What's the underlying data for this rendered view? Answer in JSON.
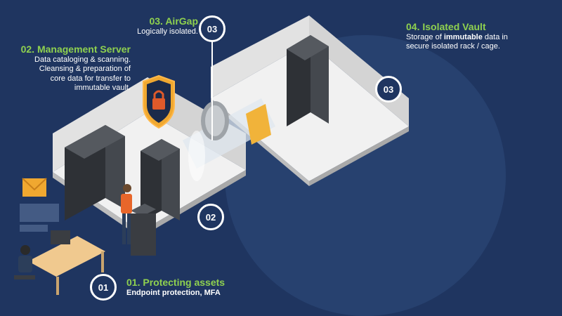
{
  "steps": {
    "airgap": {
      "number": "03",
      "title": "03. AirGap",
      "desc": "Logically isolated."
    },
    "management": {
      "number": "02",
      "title": "02. Management Server",
      "desc": [
        "Data cataloging & scanning.",
        "Cleansing & preparation of",
        "core data for transfer to",
        "immutable vault."
      ]
    },
    "vault": {
      "number": "03",
      "title": "04. Isolated Vault",
      "desc_prefix": "Storage of ",
      "desc_bold": "immutable",
      "desc_suffix": " data in",
      "desc_line2": "secure isolated rack / cage."
    },
    "protect": {
      "number": "01",
      "title": "01. Protecting assets",
      "desc": "Endpoint protection, MFA"
    }
  },
  "colors": {
    "background": "#1f3560",
    "accent": "#8fd14f",
    "room_wall": "#eeeeee",
    "server": "#3a3d42",
    "shield": "#f0a830",
    "lock": "#e05a2a"
  }
}
